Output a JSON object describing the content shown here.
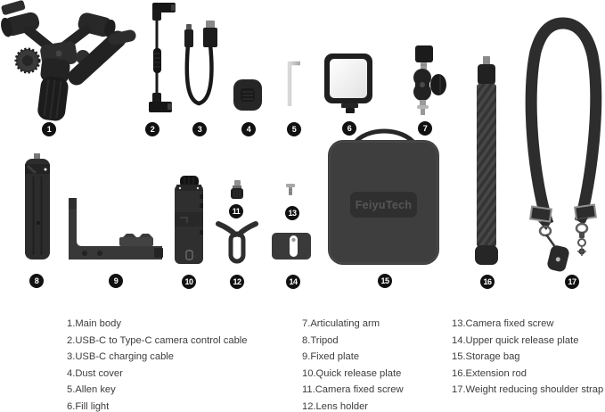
{
  "storage_bag": {
    "brand_label": "FeiyuTech"
  },
  "items": [
    {
      "number": "1",
      "label": "Main body"
    },
    {
      "number": "2",
      "label": "USB-C to Type-C camera control cable"
    },
    {
      "number": "3",
      "label": "USB-C charging cable"
    },
    {
      "number": "4",
      "label": "Dust cover"
    },
    {
      "number": "5",
      "label": "Allen key"
    },
    {
      "number": "6",
      "label": "Fill light"
    },
    {
      "number": "7",
      "label": "Articulating arm"
    },
    {
      "number": "8",
      "label": "Tripod"
    },
    {
      "number": "9",
      "label": "Fixed plate"
    },
    {
      "number": "10",
      "label": "Quick release plate"
    },
    {
      "number": "11",
      "label": "Camera fixed screw"
    },
    {
      "number": "12",
      "label": "Lens holder"
    },
    {
      "number": "13",
      "label": "Camera fixed screw"
    },
    {
      "number": "14",
      "label": "Upper quick release plate"
    },
    {
      "number": "15",
      "label": "Storage bag"
    },
    {
      "number": "16",
      "label": "Extension rod"
    },
    {
      "number": "17",
      "label": "Weight reducing shoulder strap"
    }
  ],
  "legend": {
    "col1": [
      "1.Main body",
      "2.USB-C to Type-C camera control cable",
      "3.USB-C charging cable",
      "4.Dust cover",
      "5.Allen key",
      "6.Fill light"
    ],
    "col2": [
      "7.Articulating arm",
      "8.Tripod",
      "9.Fixed plate",
      "10.Quick release plate",
      "11.Camera fixed screw",
      "12.Lens holder"
    ],
    "col3": [
      "13.Camera fixed screw",
      "14.Upper quick release plate",
      "15.Storage bag",
      "16.Extension rod",
      "17.Weight reducing shoulder strap"
    ]
  },
  "colors": {
    "background": "#ffffff",
    "badge_fill": "#111111",
    "badge_text": "#ffffff",
    "legend_text": "#3c3c3c",
    "product_dark": "#2a2a2a",
    "bag_fill": "#3e3e3e",
    "metal": "#9a9a9a"
  }
}
